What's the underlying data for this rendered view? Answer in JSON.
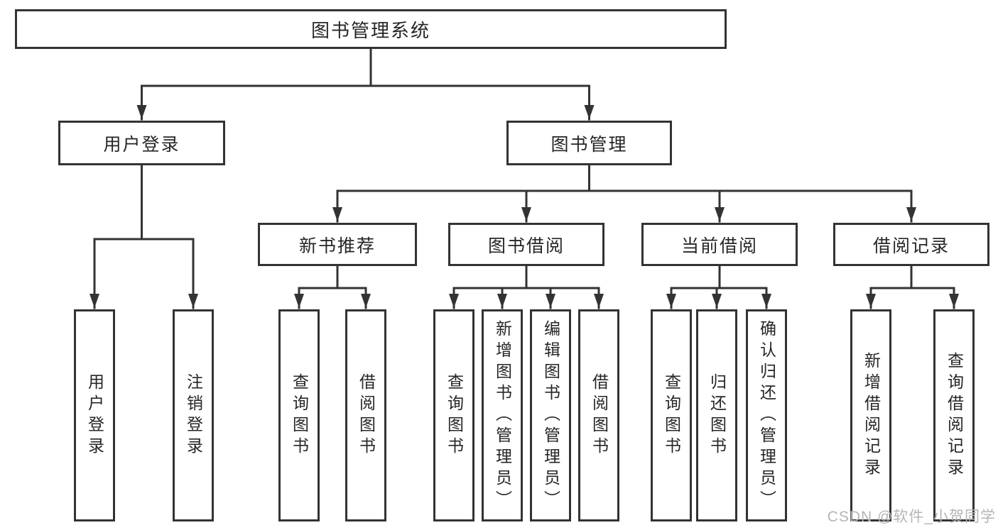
{
  "diagram": {
    "root": {
      "label": "图书管理系统"
    },
    "level2": {
      "user_login": {
        "label": "用户登录"
      },
      "book_mgmt": {
        "label": "图书管理"
      }
    },
    "level3": {
      "new_book_rec": {
        "label": "新书推荐"
      },
      "book_borrow": {
        "label": "图书借阅"
      },
      "current_borrow": {
        "label": "当前借阅"
      },
      "borrow_record": {
        "label": "借阅记录"
      }
    },
    "leaves": {
      "user_login_leaf": {
        "label": "用户登录"
      },
      "logout": {
        "label": "注销登录"
      },
      "nbr_query_book": {
        "label": "查询图书"
      },
      "nbr_borrow_book": {
        "label": "借阅图书"
      },
      "bb_query_book": {
        "label": "查询图书"
      },
      "bb_add_book": {
        "label": "新增图书（管理员）"
      },
      "bb_edit_book": {
        "label": "编辑图书（管理员）"
      },
      "bb_borrow_book": {
        "label": "借阅图书"
      },
      "cb_query_book": {
        "label": "查询图书"
      },
      "cb_return_book": {
        "label": "归还图书"
      },
      "cb_confirm_return": {
        "label": "确认归还（管理员）"
      },
      "br_add_record": {
        "label": "新增借阅记录"
      },
      "br_query_record": {
        "label": "查询借阅记录"
      }
    }
  },
  "watermark": {
    "text": "CSDN @软件_小贺同学"
  },
  "colors": {
    "line": "#333333",
    "text": "#262626",
    "box_background": "#ffffff",
    "page_background": "#ffffff",
    "watermark": "#b5b5b5"
  }
}
